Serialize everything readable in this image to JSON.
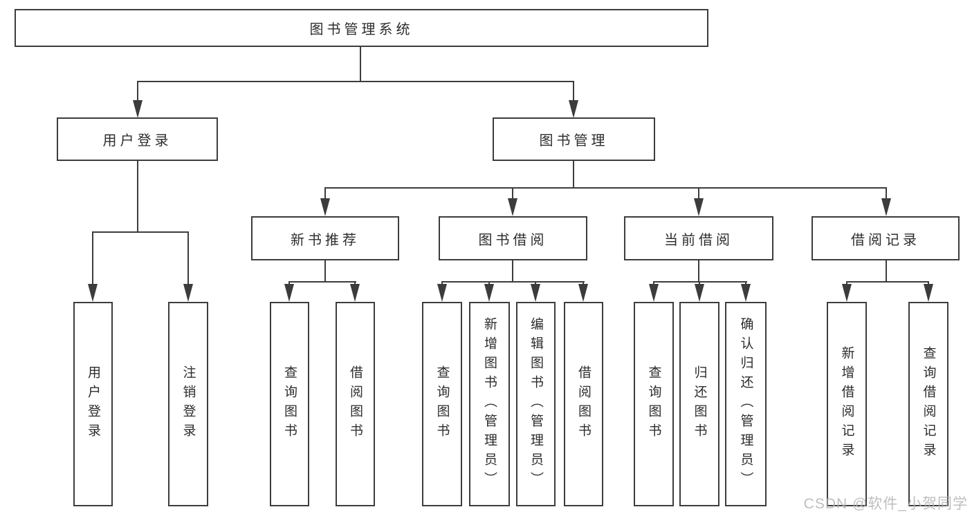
{
  "tree": {
    "root": {
      "label": "图书管理系统"
    },
    "branches": [
      {
        "label": "用户登录",
        "children": [
          {
            "label": "用户登录"
          },
          {
            "label": "注销登录"
          }
        ]
      },
      {
        "label": "图书管理",
        "children": [
          {
            "label": "新书推荐",
            "children": [
              {
                "label": "查询图书"
              },
              {
                "label": "借阅图书"
              }
            ]
          },
          {
            "label": "图书借阅",
            "children": [
              {
                "label": "查询图书"
              },
              {
                "label": "新增图书（管理员）"
              },
              {
                "label": "编辑图书（管理员）"
              },
              {
                "label": "借阅图书"
              }
            ]
          },
          {
            "label": "当前借阅",
            "children": [
              {
                "label": "查询图书"
              },
              {
                "label": "归还图书"
              },
              {
                "label": "确认归还（管理员）"
              }
            ]
          },
          {
            "label": "借阅记录",
            "children": [
              {
                "label": "新增借阅记录"
              },
              {
                "label": "查询借阅记录"
              }
            ]
          }
        ]
      }
    ]
  },
  "watermark": {
    "text": "CSDN @软件_小贺同学"
  },
  "colors": {
    "line": "#3c3c3c",
    "text": "#2d2d2d",
    "watermark": "#b3b3b3",
    "background": "#ffffff"
  }
}
